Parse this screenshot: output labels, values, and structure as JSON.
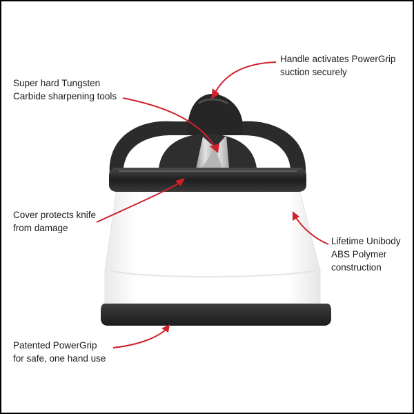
{
  "colors": {
    "frame": "#000000",
    "arrow": "#d0202a",
    "body": "#ffffff",
    "dark_plastic": "#2b2b2b",
    "blade": "#c9c9c9"
  },
  "annotations": {
    "tungsten": {
      "line1": "Super hard Tungsten",
      "line2": "Carbide sharpening tools"
    },
    "handle": {
      "line1": "Handle activates PowerGrip",
      "line2": "suction securely"
    },
    "cover": {
      "line1": "Cover protects knife",
      "line2": "from damage"
    },
    "unibody": {
      "line1": "Lifetime Unibody",
      "line2": "ABS Polymer",
      "line3": "construction"
    },
    "powergrip": {
      "line1": "Patented PowerGrip",
      "line2": "for safe, one hand use"
    }
  }
}
